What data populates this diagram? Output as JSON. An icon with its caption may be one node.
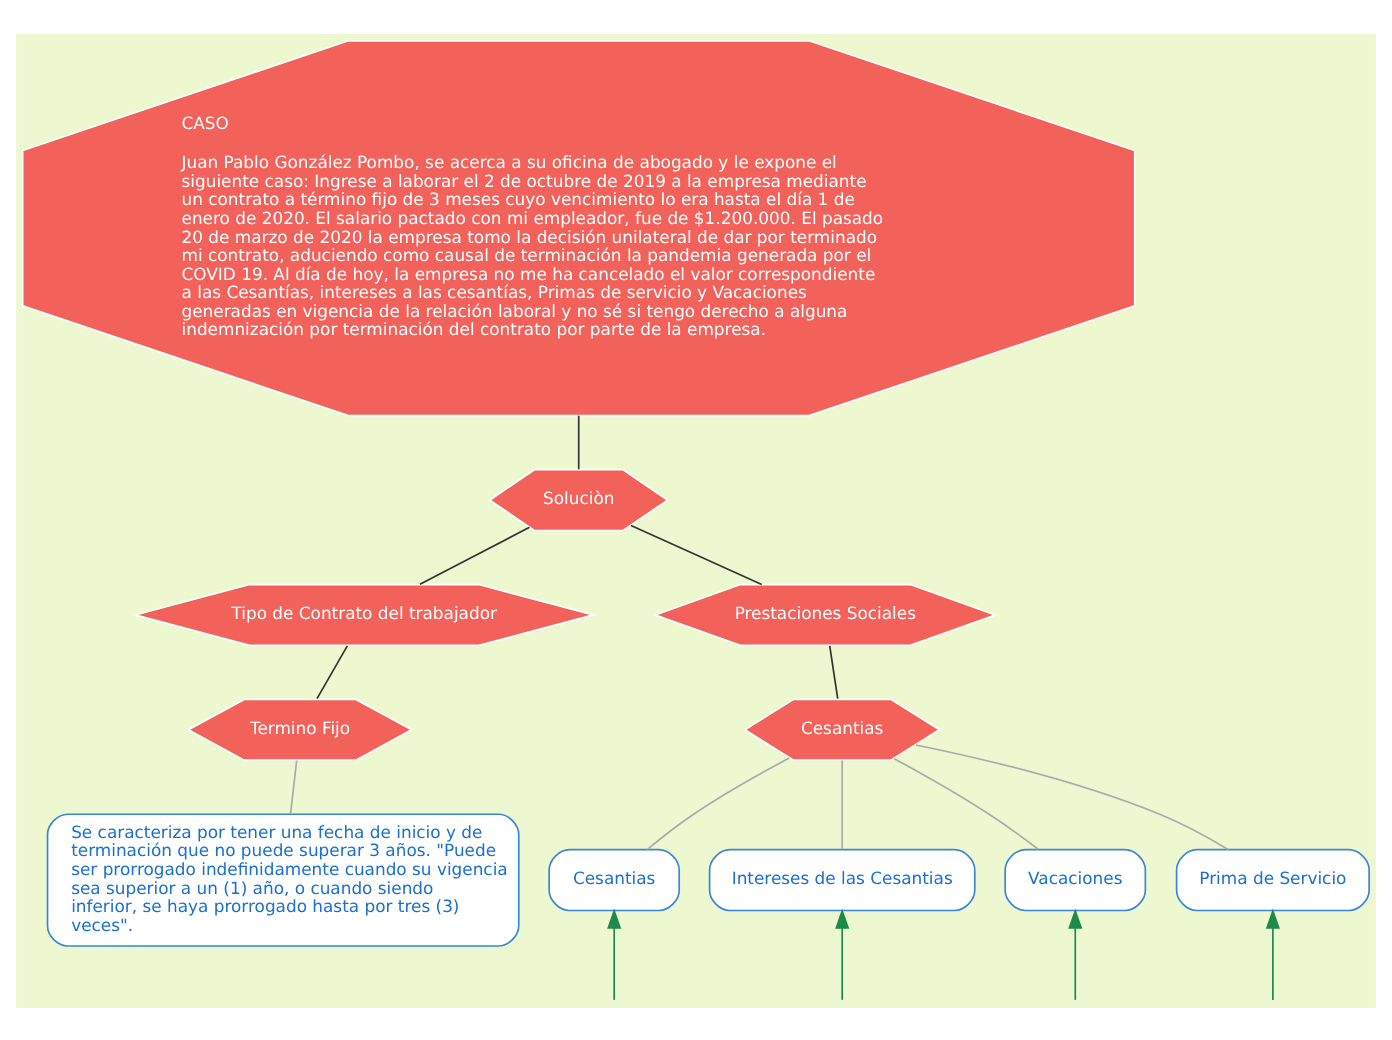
{
  "diagram": {
    "nodes": [
      {
        "text": [
          "CASO",
          "Juan Pablo González Pombo, se acerca a su oficina de abogado y le expone el siguiente caso: Ingrese a laborar el 2 de octubre de 2019 a la empresa mediante un contrato a término fijo de 3 meses cuyo vencimiento lo era hasta el día 1 de enero de 2020. El salario pactado con mi empleador, fue de $1.200.000. El pasado 20 de marzo de 2020 la empresa tomo la decisión unilateral de dar por terminado mi contrato, aduciendo como causal de terminación la pandemia generada por el COVID 19. Al día de hoy, la empresa no me ha cancelado el valor correspondiente a las Cesantías, intereses a las cesantías, Primas de servicio y Vacaciones generadas en vigencia de la relación laboral y no sé si tengo derecho a alguna indemnización por terminación del contrato por parte de la empresa."
        ]
      },
      {
        "text": [
          "Soluciòn"
        ]
      },
      {
        "text": [
          "Tipo de Contrato del trabajador"
        ]
      },
      {
        "text": [
          "Prestaciones Sociales"
        ]
      },
      {
        "text": [
          "Termino Fijo"
        ]
      },
      {
        "text": [
          "Se caracteriza por tener una fecha de inicio y de terminación que no puede superar 3 años. \"Puede ser prorrogado indefinidamente cuando su vigencia sea superior a un (1) año, o cuando siendo inferior, se haya prorrogado hasta por tres (3) veces\"."
        ]
      },
      {
        "text": [
          "Cesantias"
        ]
      },
      {
        "text": [
          "Cesantias"
        ]
      },
      {
        "text": [
          "Intereses de las Cesantias"
        ]
      },
      {
        "text": [
          "Vacaciones"
        ]
      },
      {
        "text": [
          "Prima de Servicio"
        ]
      }
    ],
    "edges": [
      {
        "from": 0,
        "to": 1,
        "arrow": "none",
        "color": "#333333"
      },
      {
        "from": 1,
        "to": 2,
        "arrow": "none",
        "color": "#333333"
      },
      {
        "from": 1,
        "to": 3,
        "arrow": "none",
        "color": "#333333"
      },
      {
        "from": 2,
        "to": 4,
        "arrow": "none",
        "color": "#333333"
      },
      {
        "from": 4,
        "to": 5,
        "arrow": "none",
        "color": "#aaaaaa"
      },
      {
        "from": 3,
        "to": 6,
        "arrow": "none",
        "color": "#333333"
      },
      {
        "from": 6,
        "to": 7,
        "arrow": "none",
        "color": "#aaaaaa"
      },
      {
        "from": 6,
        "to": 8,
        "arrow": "none",
        "color": "#aaaaaa"
      },
      {
        "from": 6,
        "to": 9,
        "arrow": "none",
        "color": "#aaaaaa"
      },
      {
        "from": 6,
        "to": 10,
        "arrow": "none",
        "color": "#aaaaaa"
      },
      {
        "from": null,
        "to": 7,
        "arrow": "to",
        "color": "#1e8a4a"
      },
      {
        "from": null,
        "to": 8,
        "arrow": "to",
        "color": "#1e8a4a"
      },
      {
        "from": null,
        "to": 9,
        "arrow": "to",
        "color": "#1e8a4a"
      },
      {
        "from": null,
        "to": 10,
        "arrow": "to",
        "color": "#1e8a4a"
      }
    ]
  }
}
